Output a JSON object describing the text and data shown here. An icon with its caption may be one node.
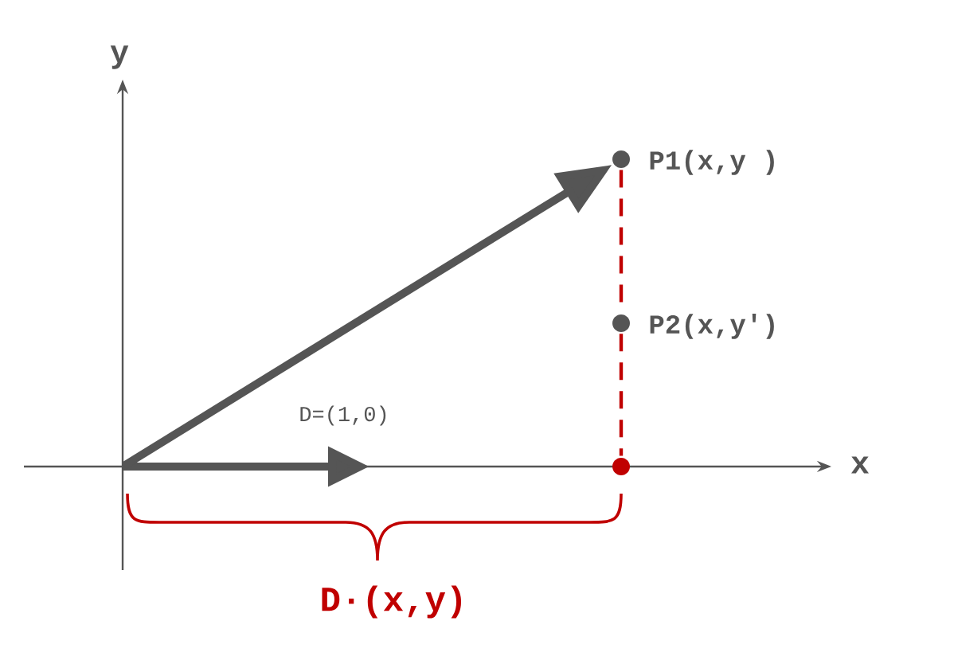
{
  "diagram": {
    "nodes": [
      {
        "text": [],
        "shape": "circle",
        "beside": [
          "P1(x,y )"
        ]
      },
      {
        "text": [],
        "shape": "circle",
        "beside": [
          "P2(x,y′)"
        ]
      },
      {
        "text": [],
        "shape": "circle"
      }
    ],
    "edges": [
      {
        "from": null,
        "to": 0,
        "arrow": "to",
        "style": "thick",
        "color": "#555555"
      },
      {
        "from": 0,
        "to": 1,
        "arrow": "none",
        "style": "dashed",
        "color": "#c00000"
      },
      {
        "from": 1,
        "to": 2,
        "arrow": "none",
        "style": "dashed",
        "color": "#c00000"
      }
    ],
    "labels": [
      "y",
      "x",
      "D=(1,0)",
      "D·(x,y)"
    ]
  }
}
